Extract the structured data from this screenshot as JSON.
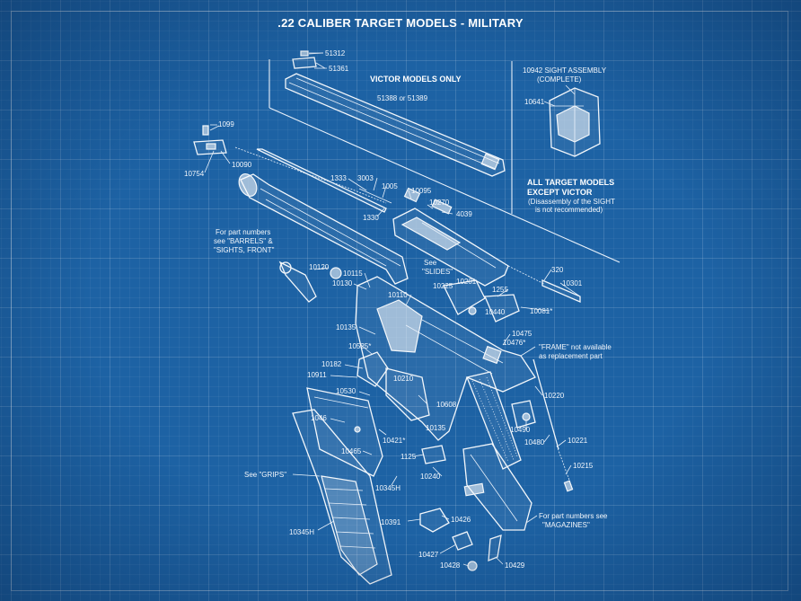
{
  "diagram": {
    "title": ".22 CALIBER TARGET MODELS - MILITARY",
    "colors": {
      "background": "#1d62a4",
      "ink": "#f2f6fb"
    },
    "headings": {
      "victor_only": "VICTOR MODELS ONLY",
      "all_target_1": "ALL TARGET MODELS",
      "all_target_2": "EXCEPT VICTOR"
    },
    "notes": {
      "sight_assembly_1": "10942 SIGHT ASSEMBLY",
      "sight_assembly_2": "(COMPLETE)",
      "disassembly_1": "(Disassembly of the SIGHT",
      "disassembly_2": "is not recommended)",
      "barrels_1": "For part numbers",
      "barrels_2": "see \"BARRELS\" &",
      "barrels_3": "\"SIGHTS, FRONT\"",
      "slides_1": "See",
      "slides_2": "\"SLIDES\"",
      "frame_1": "\"FRAME\" not available",
      "frame_2": "as replacement part",
      "grips": "See \"GRIPS\"",
      "magazines_1": "For part numbers see",
      "magazines_2": "\"MAGAZINES\""
    },
    "parts": {
      "p51312": "51312",
      "p51361": "51361",
      "p51388": "51388 or 51389",
      "p10641": "10641",
      "p1099": "1099",
      "p10090": "10090",
      "p10754": "10754",
      "p1333": "1333",
      "p3003": "3003",
      "p1005": "1005",
      "p10095": "10095",
      "p10270": "10270",
      "p4039": "4039",
      "p1330": "1330",
      "p320": "320",
      "p10301": "10301",
      "p10120": "10120",
      "p10115": "10115",
      "p10130": "10130",
      "p10110": "10110",
      "p10225": "10225",
      "p10201": "10201",
      "p1255": "1255",
      "p10440": "10440",
      "p10081": "10081*",
      "p10135a": "10135",
      "p10475": "10475",
      "p10476": "10476*",
      "p10525": "10525*",
      "p10182": "10182",
      "p10911": "10911",
      "p10210": "10210",
      "p10220": "10220",
      "p10530": "10530",
      "p10608": "10608",
      "p10135b": "10135",
      "p10490": "10490",
      "p1046": "1046",
      "p10421": "10421*",
      "p10480": "10480",
      "p10221": "10221",
      "p10465": "10465",
      "p1125": "1125",
      "p10215": "10215",
      "p10240": "10240",
      "p10345h_a": "10345H",
      "p10391": "10391",
      "p10426": "10426",
      "p10345h_b": "10345H",
      "p10427": "10427",
      "p10428": "10428",
      "p10429": "10429"
    }
  }
}
